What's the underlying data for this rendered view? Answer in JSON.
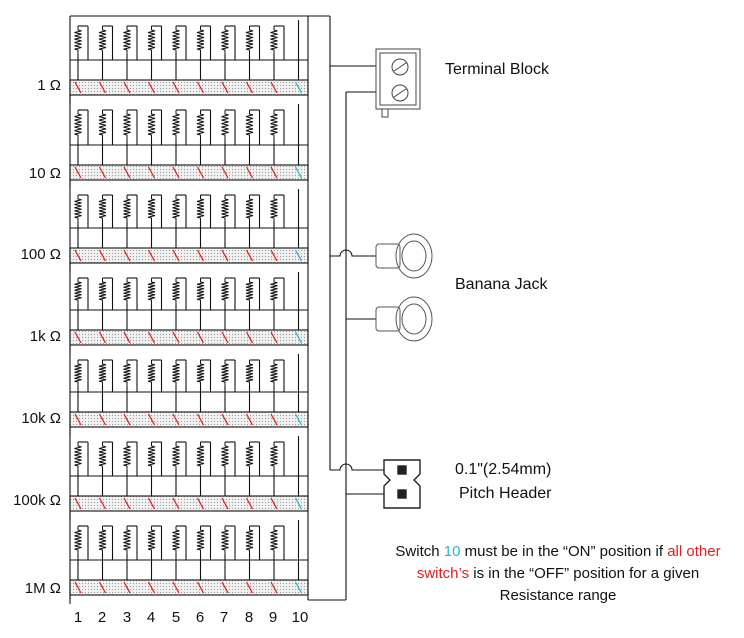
{
  "ranges": [
    "1 Ω",
    "10 Ω",
    "100 Ω",
    "1k Ω",
    "10k Ω",
    "100k Ω",
    "1M Ω"
  ],
  "switch_numbers": [
    "1",
    "2",
    "3",
    "4",
    "5",
    "6",
    "7",
    "8",
    "9",
    "10"
  ],
  "components": {
    "terminal_block": "Terminal Block",
    "banana_jack": "Banana Jack",
    "header_line1": "0.1\"(2.54mm)",
    "header_line2": "Pitch Header"
  },
  "note": {
    "part1": "Switch ",
    "highlight_switch": "10",
    "part2": " must be in the “ON” position if ",
    "highlight_others": "all other switch’s",
    "part3": " is in the “OFF” position for a given Resistance range"
  },
  "colors": {
    "off_switch": "#e02020",
    "on_switch": "#29b6d6",
    "line": "#111111",
    "switch_fill": "#dcdcdc"
  }
}
